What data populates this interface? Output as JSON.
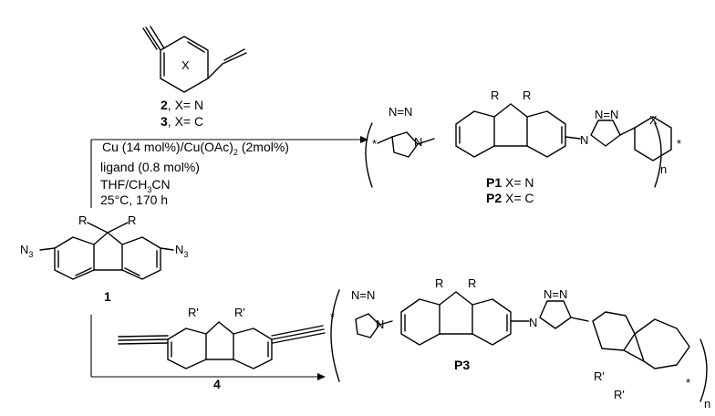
{
  "reagents": {
    "compound2_label": "2, X= N",
    "compound3_label": "3, X= C",
    "catalyst": "Cu (14 mol%)/Cu(OAc)2 (2mol%)",
    "ligand": "ligand (0.8 mol%)",
    "solvent": "THF/CH3CN",
    "conditions": "25°C, 170 h"
  },
  "products_top": {
    "p1": "P1 X= N",
    "p2": "P2 X= C"
  },
  "starting": {
    "compound1": "1",
    "compound4": "4",
    "r_group": "R",
    "r_prime": "R'",
    "azide": "N3"
  },
  "product_bottom": {
    "p3": "P3"
  },
  "symbols": {
    "repeat": "n",
    "end": "*",
    "hetero": "X"
  }
}
